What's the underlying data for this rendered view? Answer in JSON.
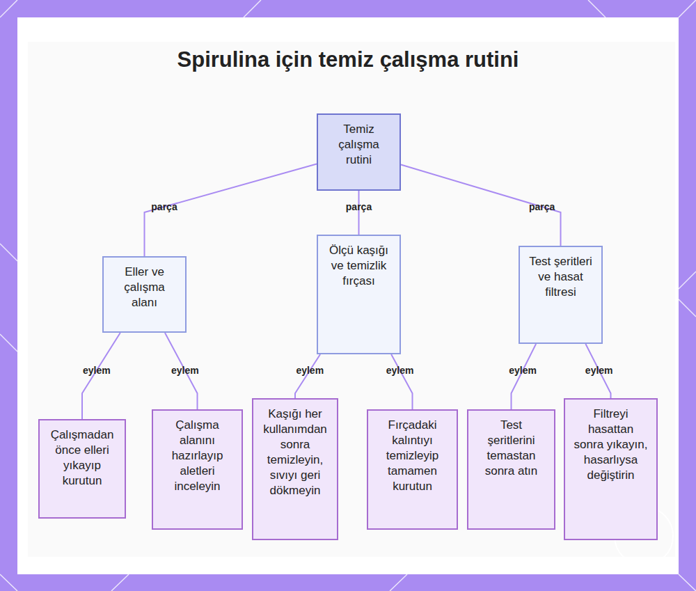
{
  "diagram": {
    "title": "Spirulina için temiz çalışma rutini",
    "nodes": [
      {
        "text": [
          "Temiz çalışma rutini"
        ]
      },
      {
        "text": [
          "Eller ve çalışma alanı"
        ]
      },
      {
        "text": [
          "Ölçü kaşığı ve temizlik fırçası"
        ]
      },
      {
        "text": [
          "Test şeritleri ve hasat filtresi"
        ]
      },
      {
        "text": [
          "Çalışmadan önce elleri yıkayıp kurutun"
        ]
      },
      {
        "text": [
          "Çalışma alanını hazırlayıp aletleri inceleyin"
        ]
      },
      {
        "text": [
          "Kaşığı her kullanımdan sonra temizleyin, sıvıyı geri dökmeyin"
        ]
      },
      {
        "text": [
          "Fırçadaki kalıntıyı temizleyip tamamen kurutun"
        ]
      },
      {
        "text": [
          "Test şeritlerini temastan sonra atın"
        ]
      },
      {
        "text": [
          "Filtreyi hasattan sonra yıkayın, hasarlıysa değiştirin"
        ]
      }
    ],
    "edges": [
      {
        "from": 0,
        "to": 1,
        "label": "parça",
        "arrow": "none"
      },
      {
        "from": 0,
        "to": 2,
        "label": "parça",
        "arrow": "none"
      },
      {
        "from": 0,
        "to": 3,
        "label": "parça",
        "arrow": "none"
      },
      {
        "from": 1,
        "to": 4,
        "label": "eylem",
        "arrow": "none"
      },
      {
        "from": 1,
        "to": 5,
        "label": "eylem",
        "arrow": "none"
      },
      {
        "from": 2,
        "to": 6,
        "label": "eylem",
        "arrow": "none"
      },
      {
        "from": 2,
        "to": 7,
        "label": "eylem",
        "arrow": "none"
      },
      {
        "from": 3,
        "to": 8,
        "label": "eylem",
        "arrow": "none"
      },
      {
        "from": 3,
        "to": 9,
        "label": "eylem",
        "arrow": "none"
      }
    ]
  }
}
